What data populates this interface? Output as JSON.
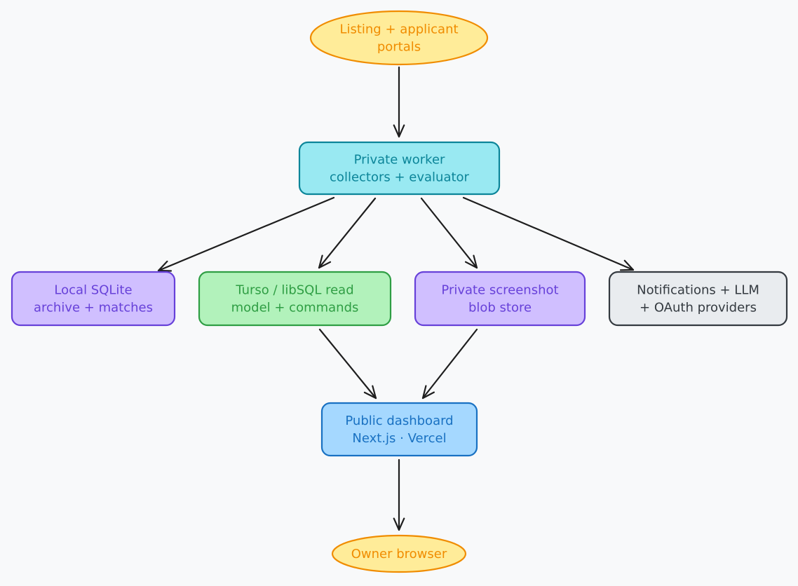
{
  "nodes": {
    "portals": {
      "lines": [
        "Listing + applicant",
        "portals"
      ],
      "fill": "#ffec99",
      "stroke": "#f08c00",
      "text": "#f08c00"
    },
    "worker": {
      "lines": [
        "Private worker",
        "collectors + evaluator"
      ],
      "fill": "#99e9f2",
      "stroke": "#0c8599",
      "text": "#0c8599"
    },
    "sqlite": {
      "lines": [
        "Local SQLite",
        "archive + matches"
      ],
      "fill": "#d0bfff",
      "stroke": "#6741d9",
      "text": "#6741d9"
    },
    "turso": {
      "lines": [
        "Turso / libSQL read",
        "model + commands"
      ],
      "fill": "#b2f2bb",
      "stroke": "#2f9e44",
      "text": "#2f9e44"
    },
    "blob": {
      "lines": [
        "Private screenshot",
        "blob store"
      ],
      "fill": "#d0bfff",
      "stroke": "#6741d9",
      "text": "#6741d9"
    },
    "notifications": {
      "lines": [
        "Notifications + LLM",
        "+ OAuth providers"
      ],
      "fill": "#e9ecef",
      "stroke": "#343a40",
      "text": "#343a40"
    },
    "dashboard": {
      "lines": [
        "Public dashboard",
        "Next.js · Vercel"
      ],
      "fill": "#a5d8ff",
      "stroke": "#1971c2",
      "text": "#1971c2"
    },
    "browser": {
      "lines": [
        "Owner browser"
      ],
      "fill": "#ffec99",
      "stroke": "#f08c00",
      "text": "#f08c00"
    }
  },
  "edges": [
    {
      "from": "portals",
      "to": "worker"
    },
    {
      "from": "worker",
      "to": "sqlite"
    },
    {
      "from": "worker",
      "to": "turso"
    },
    {
      "from": "worker",
      "to": "blob"
    },
    {
      "from": "worker",
      "to": "notifications"
    },
    {
      "from": "turso",
      "to": "dashboard"
    },
    {
      "from": "blob",
      "to": "dashboard"
    },
    {
      "from": "dashboard",
      "to": "browser"
    }
  ],
  "colors": {
    "background": "#f8f9fa",
    "edge": "#1e1e1e"
  }
}
